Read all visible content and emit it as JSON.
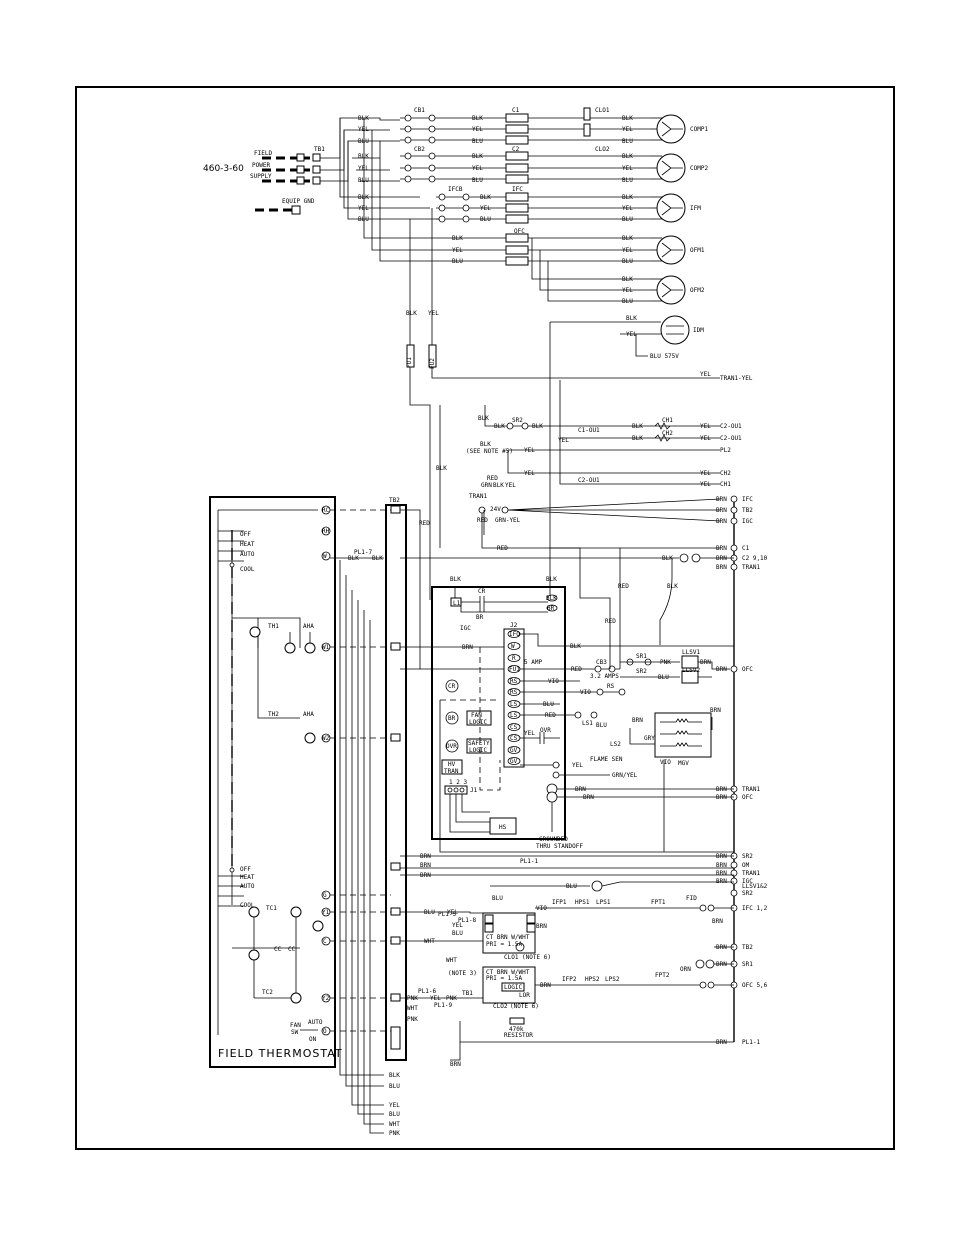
{
  "supply": {
    "voltage_label": "460-3-60",
    "field_power_supply": [
      "FIELD",
      "POWER",
      "SUPPLY"
    ],
    "tb1": "TB1",
    "equip_gnd": "EQUIP GND"
  },
  "breakers": {
    "cb1": "CB1",
    "cb2": "CB2",
    "ifcb": "IFCB"
  },
  "contactors": {
    "c1": "C1",
    "c2": "C2",
    "ifc": "IFC",
    "ofc": "OFC"
  },
  "clo": {
    "clo1": "CLO1",
    "clo2": "CLO2"
  },
  "motors": {
    "comp1": "COMP1",
    "comp2": "COMP2",
    "ifm": "IFM",
    "ofm1": "OFM1",
    "ofm2": "OFM2",
    "idm": "IDM"
  },
  "wires": {
    "blk": "BLK",
    "yel": "YEL",
    "blu": "BLU",
    "red": "RED",
    "brn": "BRN",
    "wht": "WHT",
    "pnk": "PNK",
    "vio": "VIO",
    "org": "ORN",
    "gry": "GRY"
  },
  "power_labels": {
    "blu_575v": "BLU 575V",
    "fu1": "FU1",
    "fu2": "FU2",
    "tran1_yel": "TRAN1-YEL",
    "sr2": "SR2",
    "see_note": "(SEE NOTE #5)",
    "ch1": "CH1",
    "ch2": "CH2",
    "c1_ou1": "C1-OU1",
    "c2_ou1": "C2-OU1",
    "c2_ou1b": "C2-OU1",
    "pl2": "PL2",
    "tran1": "TRAN1",
    "v24": "24V",
    "grn_yel": "GRN-YEL",
    "red_brn_blk_yel": [
      "RED",
      "GRN",
      "BLK",
      "YEL"
    ]
  },
  "right_terminals": {
    "ifc": "IFC",
    "tb2": "TB2",
    "igc": "IGC",
    "c1": "C1",
    "c2_910": "C2  9,10",
    "tran1": "TRAN1",
    "ofc": "OFC",
    "tran1b": "TRAN1",
    "ofcb": "OFC",
    "sr2": "SR2",
    "om": "OM",
    "tran1c": "TRAN1",
    "igc2": "IGC",
    "llsv": "LLSV1&2",
    "sr2b": "SR2",
    "ifc_12": "IFC  1,2",
    "tb2b": "TB2",
    "sr1": "SR1",
    "ofc_56": "OFC  5,6",
    "pl1_1": "PL1-1"
  },
  "tb2_block": {
    "title": "TB2"
  },
  "igc_block": {
    "title": "IGC",
    "j2": "J2",
    "j1": "J1",
    "j1_pins": "1 2 3",
    "cr": "CR",
    "l1": "L1",
    "br": "BR",
    "fan_logic": [
      "FAN",
      "LOGIC"
    ],
    "safety_logic": [
      "SAFETY",
      "LOGIC"
    ],
    "hv_tran": [
      "HV",
      "TRAN"
    ],
    "ovr": "OVR",
    "hs": "HS",
    "five_amp": "5 AMP",
    "cb3": "CB3",
    "amps_32": "3.2 AMPS",
    "rs": "RS",
    "ls1": "LS1",
    "ls2": "LS2",
    "flame_sen": "FLAME SEN",
    "grn_yel": "GRN/YEL",
    "grounded": [
      "GROUNDED",
      "THRU STANDOFF"
    ],
    "sr1": "SR1",
    "sr2": "SR2",
    "llsv1": "LLSV1",
    "llsv2": "LLSV2",
    "mgv": "MGV",
    "j2_pins": [
      "IFO",
      "W",
      "R",
      "FU1",
      "RS",
      "RS",
      "LS",
      "LS",
      "CS",
      "CS",
      "GV",
      "GV"
    ]
  },
  "thermostat": {
    "title": "FIELD THERMOSTAT",
    "off": "OFF",
    "heat": "HEAT",
    "auto": "AUTO",
    "cool": "COOL",
    "th1": "TH1",
    "th2": "TH2",
    "aha": "AHA",
    "aha2": "AHA",
    "tc1": "TC1",
    "tc2": "TC2",
    "cc": "CC",
    "cc2": "CC",
    "fan_sw": [
      "FAN",
      "SW"
    ],
    "auto_on": [
      "AUTO",
      "ON"
    ],
    "terms": [
      "RC",
      "RH",
      "W",
      "W1",
      "W2",
      "G",
      "Y1",
      "C",
      "Y2",
      "O"
    ]
  },
  "lower": {
    "pl1_7": "PL1-7",
    "pl1_1": "PL1-1",
    "pl1_5": "PL1-5",
    "pl1_6": "PL1-6",
    "pl1_8": "PL1-8",
    "pl1_9": "PL1-9",
    "note3": "(NOTE 3)",
    "tb1": "TB1",
    "cl01_note": "CLO1 (NOTE 6)",
    "cl02_note": "(NOTE 6)",
    "ct_brn_wht_1": "CT BRN W/WHT",
    "ct_brn_wht_2": "CT BRN W/WHT",
    "pri_1": "PRI = 1.5A",
    "pri_2": "PRI = 1.5A",
    "logic": "LOGIC",
    "lor": "LOR",
    "resistor": [
      "470k",
      "RESISTOR"
    ],
    "ifp1": "IFP1",
    "ifp2": "IFP2",
    "hps1": "HPS1",
    "hps2": "HPS2",
    "lps1": "LPS1",
    "lps2": "LPS2",
    "fpt1": "FPT1",
    "fpt2": "FPT2",
    "fid": "FID",
    "ofc_ofm": "OFC"
  },
  "bottom_wires": [
    "BLK",
    "BLU",
    "YEL",
    "BLU",
    "WHT",
    "PNK"
  ]
}
